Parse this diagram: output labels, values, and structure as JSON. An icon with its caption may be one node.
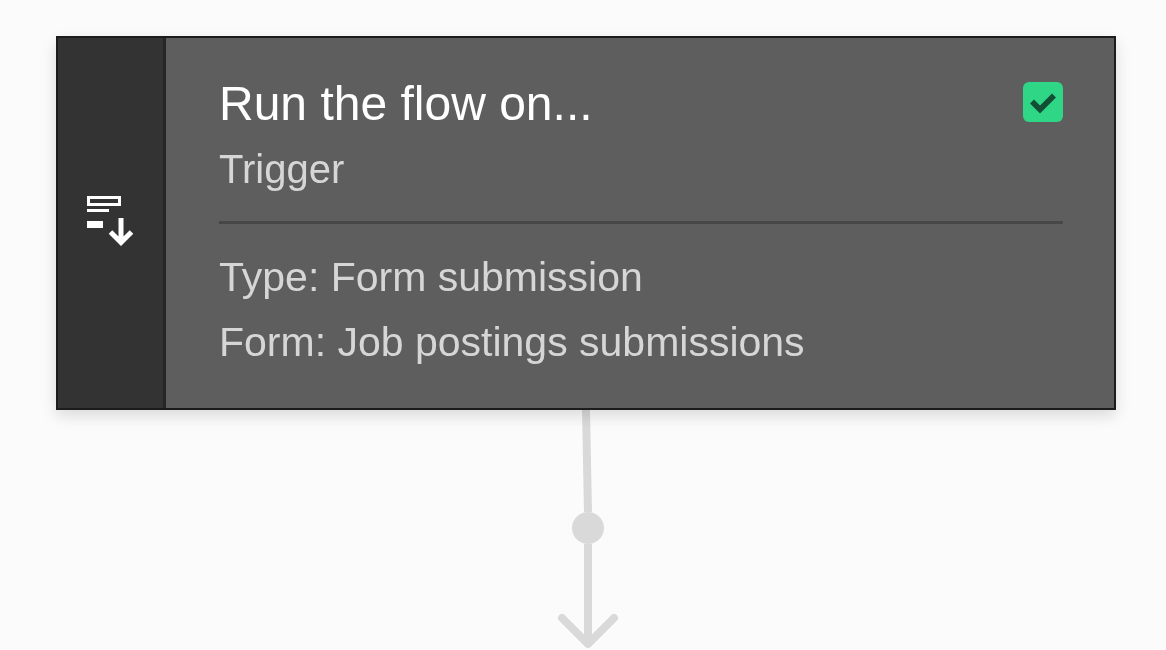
{
  "diagram": {
    "nodes": [
      {
        "text": [
          "Run the flow on...",
          "Trigger",
          "Type: Form submission",
          "Form: Job postings submissions"
        ]
      },
      {
        "text": [],
        "shape": "circle"
      }
    ],
    "edges": [
      {
        "from": 0,
        "to": 1,
        "arrow": "none"
      },
      {
        "from": 1,
        "to": null,
        "arrow": "to"
      }
    ]
  }
}
